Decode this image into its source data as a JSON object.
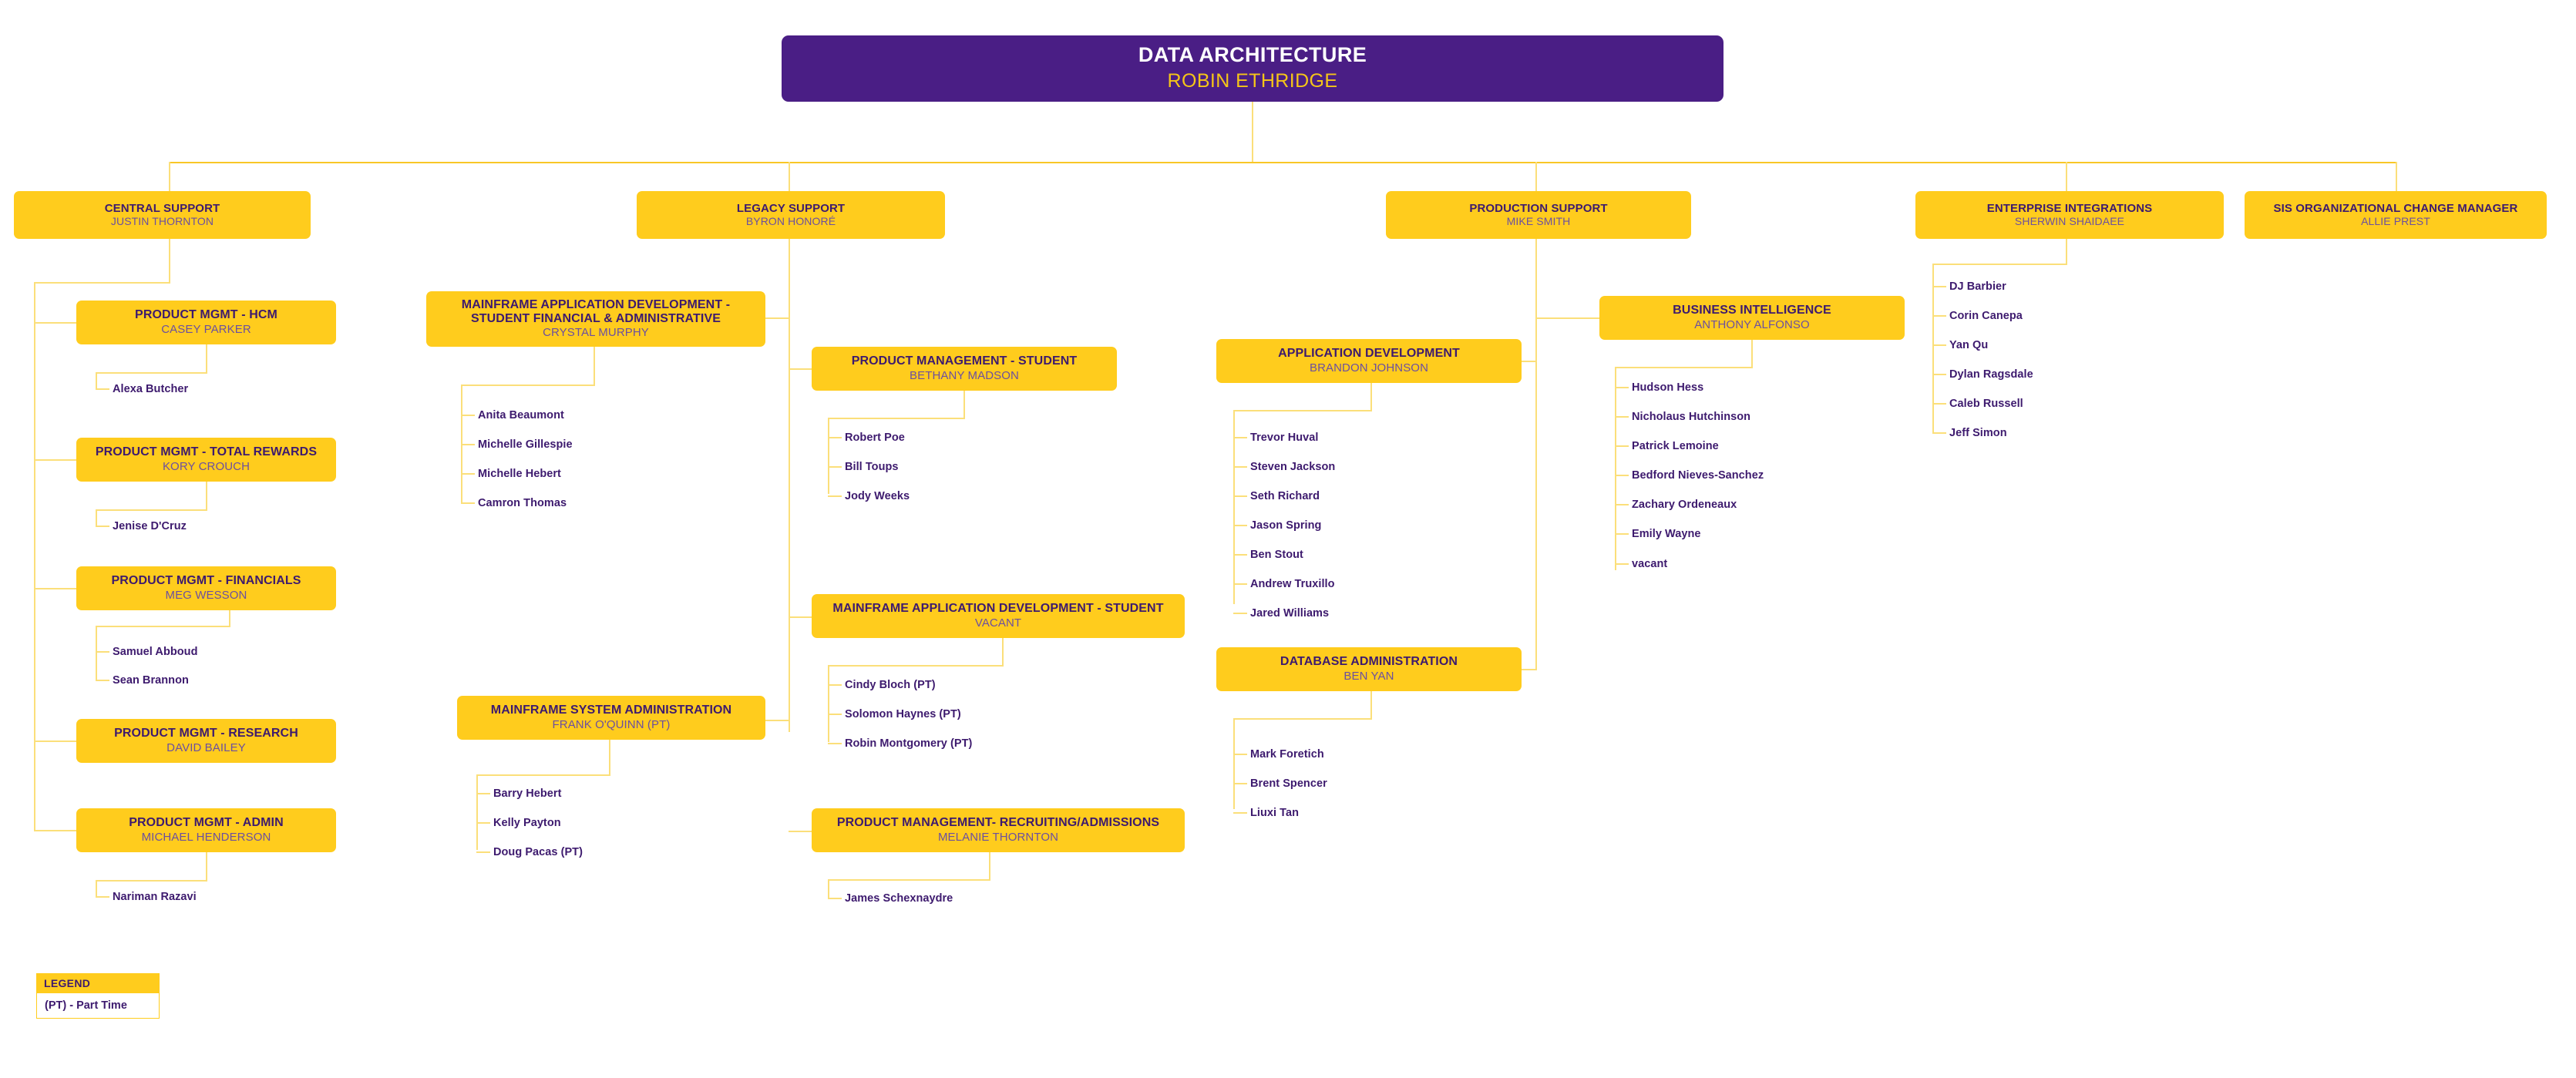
{
  "chart_data": {
    "type": "diagram",
    "diagram_kind": "organizational-chart",
    "title": "DATA ARCHITECTURE",
    "colors": {
      "root_background": "#4A1E85",
      "root_title_text": "#FFFFFF",
      "root_person_text": "#F5C518",
      "box_background": "#FFCC1D",
      "box_title_text": "#3D1A6E",
      "box_person_text": "#6B4FA0",
      "leaf_text": "#3D1A6E",
      "connector_line": "#FBDF7A",
      "page_background": "#FFFFFF"
    }
  },
  "root": {
    "title": "DATA ARCHITECTURE",
    "person": "ROBIN ETHRIDGE"
  },
  "departments": [
    {
      "id": "central-support",
      "title": "CENTRAL SUPPORT",
      "person": "JUSTIN THORNTON"
    },
    {
      "id": "legacy-support",
      "title": "LEGACY SUPPORT",
      "person": "BYRON HONORÉ"
    },
    {
      "id": "production-support",
      "title": "PRODUCTION SUPPORT",
      "person": "MIKE SMITH"
    },
    {
      "id": "enterprise-integrations",
      "title": "ENTERPRISE INTEGRATIONS",
      "person": "SHERWIN SHAIDAEE"
    },
    {
      "id": "sis-ocm",
      "title": "SIS ORGANIZATIONAL CHANGE MANAGER",
      "person": "ALLIE PREST"
    }
  ],
  "units": {
    "pm_hcm": {
      "title": "PRODUCT MGMT - HCM",
      "person": "CASEY PARKER"
    },
    "pm_total_rewards": {
      "title": "PRODUCT MGMT - TOTAL REWARDS",
      "person": "KORY CROUCH"
    },
    "pm_financials": {
      "title": "PRODUCT MGMT - FINANCIALS",
      "person": "MEG WESSON"
    },
    "pm_research": {
      "title": "PRODUCT MGMT - RESEARCH",
      "person": "DAVID BAILEY"
    },
    "pm_admin": {
      "title": "PRODUCT MGMT - ADMIN",
      "person": "MICHAEL HENDERSON"
    },
    "mad_sfa": {
      "title": "MAINFRAME APPLICATION DEVELOPMENT - STUDENT FINANCIAL & ADMINISTRATIVE",
      "person": "CRYSTAL MURPHY"
    },
    "msa": {
      "title": "MAINFRAME SYSTEM ADMINISTRATION",
      "person": "FRANK O'QUINN (PT)"
    },
    "pm_student": {
      "title": "PRODUCT MANAGEMENT - STUDENT",
      "person": "BETHANY MADSON"
    },
    "mad_student": {
      "title": "MAINFRAME APPLICATION DEVELOPMENT - STUDENT",
      "person": "VACANT"
    },
    "pm_recruiting": {
      "title": "PRODUCT MANAGEMENT- RECRUITING/ADMISSIONS",
      "person": "MELANIE THORNTON"
    },
    "app_dev": {
      "title": "APPLICATION DEVELOPMENT",
      "person": "BRANDON JOHNSON"
    },
    "dba": {
      "title": "DATABASE ADMINISTRATION",
      "person": "BEN YAN"
    },
    "bi": {
      "title": "BUSINESS INTELLIGENCE",
      "person": "ANTHONY ALFONSO"
    }
  },
  "staff": {
    "pm_hcm": [
      "Alexa Butcher"
    ],
    "pm_total_rewards": [
      "Jenise D'Cruz"
    ],
    "pm_financials": [
      "Samuel Abboud",
      "Sean Brannon"
    ],
    "pm_admin": [
      "Nariman Razavi"
    ],
    "mad_sfa": [
      "Anita Beaumont",
      "Michelle Gillespie",
      "Michelle Hebert",
      "Camron Thomas"
    ],
    "msa": [
      "Barry Hebert",
      "Kelly Payton",
      "Doug Pacas (PT)"
    ],
    "pm_student": [
      "Robert Poe",
      "Bill Toups",
      "Jody Weeks"
    ],
    "mad_student": [
      "Cindy Bloch (PT)",
      "Solomon Haynes (PT)",
      "Robin Montgomery (PT)"
    ],
    "pm_recruiting": [
      "James Schexnaydre"
    ],
    "app_dev": [
      "Trevor Huval",
      "Steven Jackson",
      "Seth Richard",
      "Jason Spring",
      "Ben Stout",
      "Andrew Truxillo",
      "Jared Williams"
    ],
    "dba": [
      "Mark Foretich",
      "Brent Spencer",
      "Liuxi Tan"
    ],
    "bi": [
      "Hudson Hess",
      "Nicholaus Hutchinson",
      "Patrick Lemoine",
      "Bedford Nieves-Sanchez",
      "Zachary Ordeneaux",
      "Emily Wayne",
      "vacant"
    ],
    "enterprise_integrations": [
      "DJ Barbier",
      "Corin Canepa",
      "Yan Qu",
      "Dylan Ragsdale",
      "Caleb Russell",
      "Jeff Simon"
    ]
  },
  "legend": {
    "heading": "LEGEND",
    "entry": "(PT) - Part Time"
  }
}
